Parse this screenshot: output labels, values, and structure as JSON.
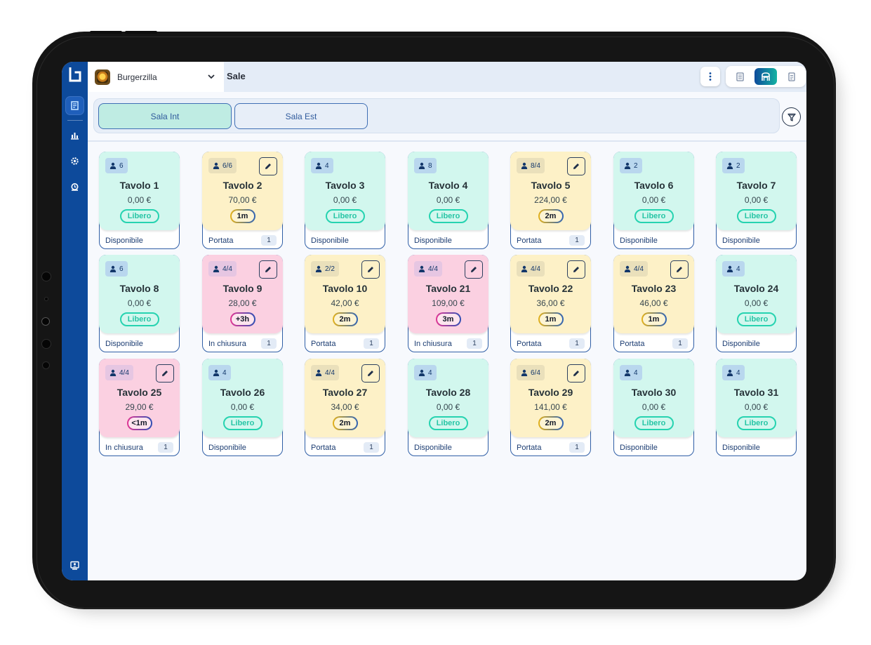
{
  "header": {
    "store_name": "Burgerzilla",
    "page_title": "Sale"
  },
  "rooms": [
    {
      "label": "Sala Int",
      "active": true
    },
    {
      "label": "Sala Est",
      "active": false
    }
  ],
  "tables": [
    {
      "name": "Tavolo 1",
      "covers": "6",
      "amount": "0,00 €",
      "badge": "Libero",
      "status": "Disponibile",
      "count": "",
      "state": "free",
      "editable": false
    },
    {
      "name": "Tavolo 2",
      "covers": "6/6",
      "amount": "70,00 €",
      "badge": "1m",
      "status": "Portata",
      "count": "1",
      "state": "portata",
      "editable": true
    },
    {
      "name": "Tavolo 3",
      "covers": "4",
      "amount": "0,00 €",
      "badge": "Libero",
      "status": "Disponibile",
      "count": "",
      "state": "free",
      "editable": false
    },
    {
      "name": "Tavolo 4",
      "covers": "8",
      "amount": "0,00 €",
      "badge": "Libero",
      "status": "Disponibile",
      "count": "",
      "state": "free",
      "editable": false
    },
    {
      "name": "Tavolo 5",
      "covers": "8/4",
      "amount": "224,00 €",
      "badge": "2m",
      "status": "Portata",
      "count": "1",
      "state": "portata",
      "editable": true
    },
    {
      "name": "Tavolo 6",
      "covers": "2",
      "amount": "0,00 €",
      "badge": "Libero",
      "status": "Disponibile",
      "count": "",
      "state": "free",
      "editable": false
    },
    {
      "name": "Tavolo 7",
      "covers": "2",
      "amount": "0,00 €",
      "badge": "Libero",
      "status": "Disponibile",
      "count": "",
      "state": "free",
      "editable": false
    },
    {
      "name": "Tavolo 8",
      "covers": "6",
      "amount": "0,00 €",
      "badge": "Libero",
      "status": "Disponibile",
      "count": "",
      "state": "free",
      "editable": false
    },
    {
      "name": "Tavolo 9",
      "covers": "4/4",
      "amount": "28,00 €",
      "badge": "+3h",
      "status": "In chiusura",
      "count": "1",
      "state": "closing",
      "editable": true
    },
    {
      "name": "Tavolo 10",
      "covers": "2/2",
      "amount": "42,00 €",
      "badge": "2m",
      "status": "Portata",
      "count": "1",
      "state": "portata",
      "editable": true
    },
    {
      "name": "Tavolo 21",
      "covers": "4/4",
      "amount": "109,00 €",
      "badge": "3m",
      "status": "In chiusura",
      "count": "1",
      "state": "closing",
      "editable": true
    },
    {
      "name": "Tavolo 22",
      "covers": "4/4",
      "amount": "36,00 €",
      "badge": "1m",
      "status": "Portata",
      "count": "1",
      "state": "portata",
      "editable": true
    },
    {
      "name": "Tavolo 23",
      "covers": "4/4",
      "amount": "46,00 €",
      "badge": "1m",
      "status": "Portata",
      "count": "1",
      "state": "portata",
      "editable": true
    },
    {
      "name": "Tavolo 24",
      "covers": "4",
      "amount": "0,00 €",
      "badge": "Libero",
      "status": "Disponibile",
      "count": "",
      "state": "free",
      "editable": false
    },
    {
      "name": "Tavolo 25",
      "covers": "4/4",
      "amount": "29,00 €",
      "badge": "<1m",
      "status": "In chiusura",
      "count": "1",
      "state": "closing",
      "editable": true
    },
    {
      "name": "Tavolo 26",
      "covers": "4",
      "amount": "0,00 €",
      "badge": "Libero",
      "status": "Disponibile",
      "count": "",
      "state": "free",
      "editable": false
    },
    {
      "name": "Tavolo 27",
      "covers": "4/4",
      "amount": "34,00 €",
      "badge": "2m",
      "status": "Portata",
      "count": "1",
      "state": "portata",
      "editable": true
    },
    {
      "name": "Tavolo 28",
      "covers": "4",
      "amount": "0,00 €",
      "badge": "Libero",
      "status": "Disponibile",
      "count": "",
      "state": "free",
      "editable": false
    },
    {
      "name": "Tavolo 29",
      "covers": "6/4",
      "amount": "141,00 €",
      "badge": "2m",
      "status": "Portata",
      "count": "1",
      "state": "portata",
      "editable": true
    },
    {
      "name": "Tavolo 30",
      "covers": "4",
      "amount": "0,00 €",
      "badge": "Libero",
      "status": "Disponibile",
      "count": "",
      "state": "free",
      "editable": false
    },
    {
      "name": "Tavolo 31",
      "covers": "4",
      "amount": "0,00 €",
      "badge": "Libero",
      "status": "Disponibile",
      "count": "",
      "state": "free",
      "editable": false
    }
  ],
  "icons": {
    "sidebar": [
      "app-logo-icon",
      "receipt-icon",
      "bar-chart-icon",
      "settings-gear-icon",
      "support-icon",
      "monitor-user-icon"
    ],
    "toolbar": [
      "kebab-menu-icon",
      "list-view-icon",
      "table-layout-icon",
      "document-icon",
      "filter-icon"
    ],
    "card": [
      "person-icon",
      "pencil-icon"
    ]
  },
  "colors": {
    "sidebar": "#0d4a9b",
    "free_card": "#d2f7ee",
    "portata_card": "#fdf1c7",
    "closing_card": "#fbd0e1",
    "accent_teal": "#26d3b0",
    "active_room": "#bfece3"
  }
}
